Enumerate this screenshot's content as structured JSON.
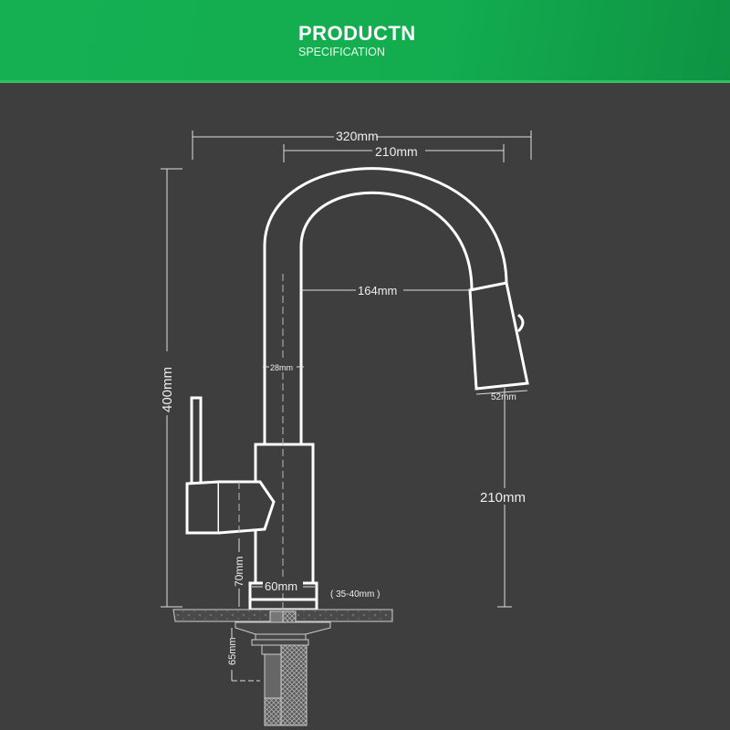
{
  "header": {
    "title": "PRODUCTN",
    "subtitle": "SPECIFICATION"
  },
  "dimensions": {
    "total_width": "320mm",
    "spout_reach": "210mm",
    "inner_reach": "164mm",
    "tube_diameter": "28mm",
    "spray_head": "52mm",
    "total_height": "400mm",
    "spout_height": "210mm",
    "base_height": "70mm",
    "base_diameter": "60mm",
    "hole_size": "( 35-40mm )",
    "shank_length": "65mm"
  },
  "colors": {
    "header": "#14b04e",
    "background": "#3e3e3e",
    "lines": "#ffffff"
  }
}
